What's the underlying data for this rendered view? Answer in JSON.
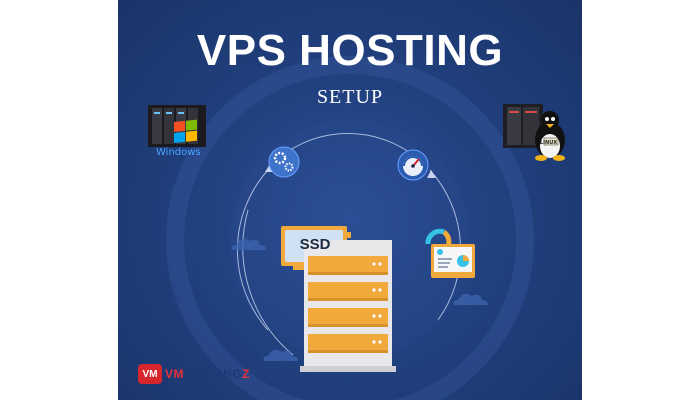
{
  "banner": {
    "title": "VPS HOSTING",
    "subtitle": "SETUP",
    "colors": {
      "background": "#21407f",
      "server_orange": "#f2a93b",
      "accent_cyan": "#35c2e6"
    }
  },
  "os_icons": {
    "windows_label": "Windows",
    "linux_label": "LINUX"
  },
  "badges": {
    "ssd_label": "SSD"
  },
  "brand": {
    "mark": "VM",
    "prefix": "VM",
    "middle": "HOSTING",
    "suffix": "Z"
  },
  "icons": [
    "server-rack-windows-icon",
    "windows-logo-icon",
    "server-rack-linux-icon",
    "linux-penguin-icon",
    "gears-icon",
    "speedometer-icon",
    "ssd-chip-icon",
    "analytics-dashboard-icon",
    "server-stack-icon",
    "cloud-icon"
  ]
}
